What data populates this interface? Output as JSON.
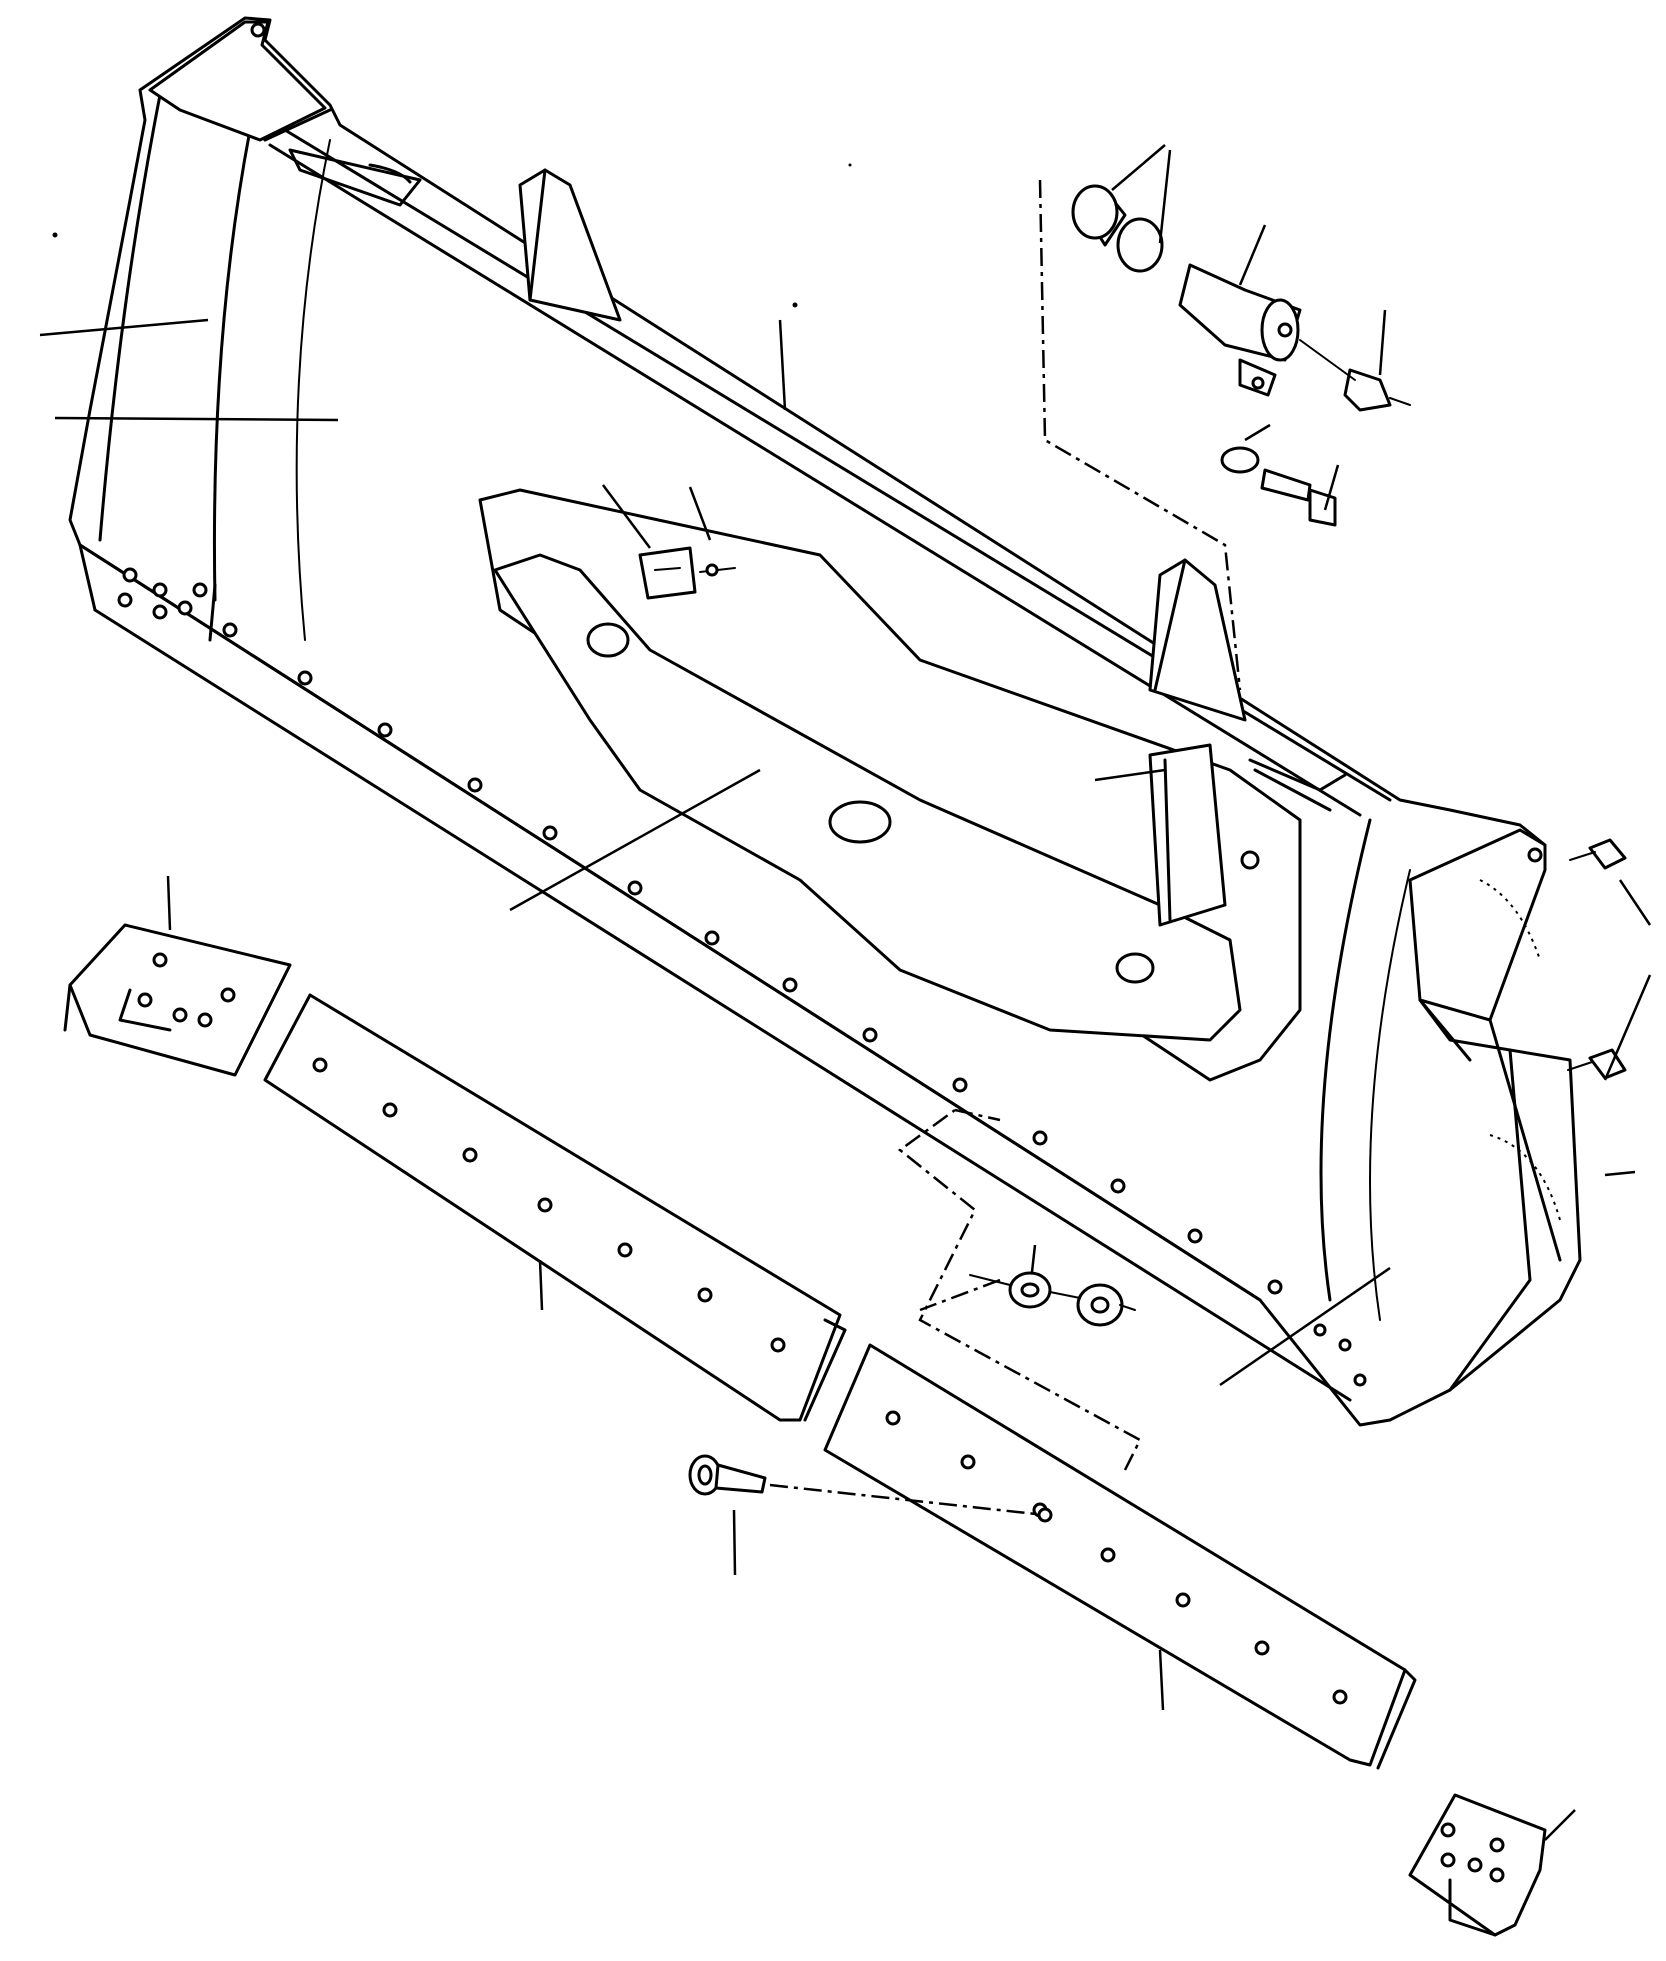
{
  "diagram": {
    "kind": "exploded parts drawing",
    "colors": {
      "ink": "#000000",
      "paper": "#ffffff"
    },
    "parts": [
      "blade-moldboard",
      "left-end-bit",
      "left-cutting-edge",
      "center-cutting-edge",
      "right-end-bit",
      "mounting-bracket",
      "trunnion-cap-assembly",
      "edge-bolt"
    ]
  }
}
